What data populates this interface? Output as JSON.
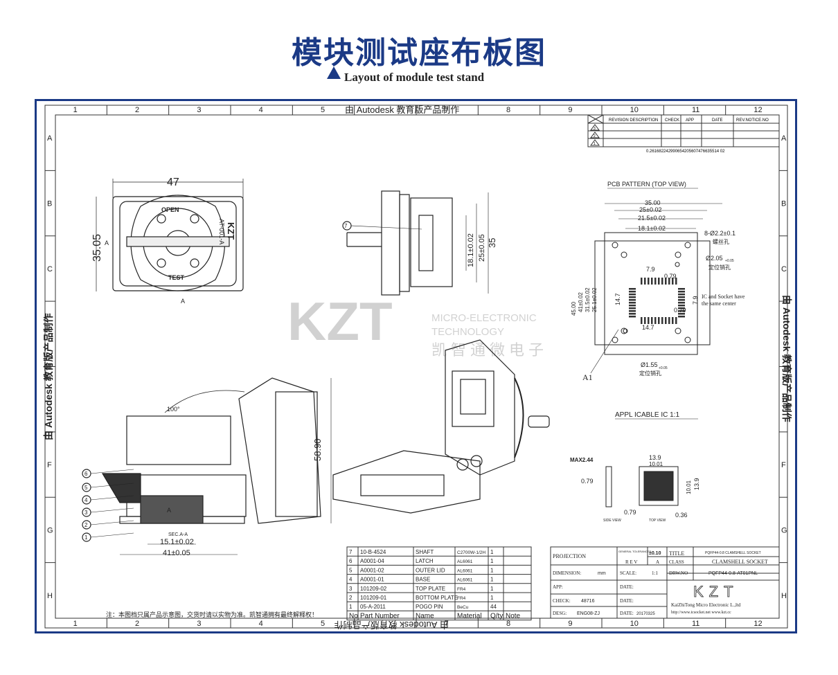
{
  "header": {
    "title_zh": "模块测试座布板图",
    "title_en": "Layout of module test stand"
  },
  "grid": {
    "cols": [
      "1",
      "2",
      "3",
      "4",
      "5",
      "6",
      "7",
      "8",
      "9",
      "10",
      "11",
      "12"
    ],
    "rows": [
      "A",
      "B",
      "C",
      "D",
      "E",
      "F",
      "G",
      "H"
    ]
  },
  "watermark": {
    "top": "由 Autodesk 教育版产品制作",
    "bottom": "由 Autodesk 教育版产品制作",
    "left": "由 Autodesk 教育版产品制作",
    "right": "由 Autodesk 教育版产品制作"
  },
  "revision": {
    "headers": [
      "REVISION DESCRIPTION",
      "CHECK",
      "APP",
      "DATE",
      "REV.NOTICE.NO"
    ],
    "rows": [
      "3",
      "2",
      "1"
    ],
    "serial": "0.261682242990654205607476635514 02"
  },
  "logo": {
    "letters": "KZT",
    "line1": "MICRO-ELECTRONIC",
    "line2": "TECHNOLOGY",
    "line3": "凯智通微电子"
  },
  "views": {
    "top": {
      "width": "47",
      "height": "35.05",
      "section": "A",
      "open": "OPEN",
      "test": "TEST",
      "brand": "KZT",
      "model": "AT-001-A"
    },
    "side": {
      "callout": "7",
      "dims": [
        "18.1±0.02",
        "25±0.05",
        "35"
      ]
    },
    "section": {
      "angle": "100°",
      "height": "58.90",
      "dim1": "15.1±0.02",
      "dim2": "41±0.05",
      "label": "SEC.A-A",
      "mark": "A",
      "callouts": [
        "6",
        "5",
        "4",
        "3",
        "2",
        "1"
      ]
    }
  },
  "pcb": {
    "title": "PCB PATTERN (TOP VIEW)",
    "dims_top": [
      "35.00",
      "25±0.02",
      "21.5±0.02",
      "18.1±0.02"
    ],
    "dims_left": [
      "45.00",
      "41±0.02",
      "31.5±0.02",
      "25.1±0.02"
    ],
    "note1": "8-Ø2.2±0.1",
    "note1_cn": "螺丝孔",
    "note2": "Ø2.05",
    "note2_tol": "+0.05",
    "note2_cn": "定位销孔",
    "note3": "Ø1.55",
    "note3_tol": "+0.05",
    "note3_cn": "定位销孔",
    "inner": [
      "7.9",
      "0.79",
      "14.7",
      "14.7",
      "7.9",
      "0.79"
    ],
    "center_note1": "IC and Socket have",
    "center_note2": "the same center",
    "a1": "A1"
  },
  "ic": {
    "title": "APPL ICABLE IC 1:1",
    "max": "MAX2.44",
    "d079a": "0.79",
    "d139": "13.9",
    "d1001": "10.01",
    "d1001v": "10.01",
    "d139v": "13.9",
    "d079b": "0.79",
    "d036": "0.36",
    "side": "SIDE VIEW",
    "topv": "TOP VIEW"
  },
  "bom": {
    "headers": [
      "No",
      "Part Number",
      "Name",
      "Material",
      "Q/ty",
      "Note"
    ],
    "rows": [
      [
        "7",
        "10-B-4524",
        "SHAFT",
        "C2700W-1/2H",
        "1",
        ""
      ],
      [
        "6",
        "A0001-04",
        "LATCH",
        "AL6061",
        "1",
        ""
      ],
      [
        "5",
        "A0001-02",
        "OUTER LID",
        "AL6061",
        "1",
        ""
      ],
      [
        "4",
        "A0001-01",
        "BASE",
        "AL6061",
        "1",
        ""
      ],
      [
        "3",
        "101209-02",
        "TOP PLATE",
        "FR4",
        "1",
        ""
      ],
      [
        "2",
        "101209-01",
        "BOTTOM PLATE",
        "FR4",
        "1",
        ""
      ],
      [
        "1",
        "05-A-2011",
        "POGO PIN",
        "BeCu",
        "44",
        ""
      ]
    ]
  },
  "note": "注：本图档只属产品示意图，交货时请以实物为准。凯智通拥有最终解释权！",
  "titleblock": {
    "projection": "PROJECTION",
    "gen_tol": "GENERAL TOLERANCES",
    "tol": "±0.10",
    "title_lbl": "TITLE",
    "title_val": "PQFP44-0.8 CLAMSHELL SOCKET",
    "rev_lbl": "R E V",
    "rev_val": "A",
    "class_lbl": "CLASS",
    "class_val": "CLAMSHELL SOCKET",
    "dim_lbl": "DIMENSION:",
    "dim_val": "mm",
    "scale_lbl": "SCALE:",
    "scale_val": "1:1",
    "drw_lbl": "DRW.NO",
    "drw_val": "PQFP44-0.8-AT01PNL",
    "app_lbl": "APP:",
    "date_lbl": "DATE:",
    "check_lbl": "CHECK:",
    "check_val": "48716",
    "date2_lbl": "DATE:",
    "desg_lbl": "DESG:",
    "desg_val": "ENG08-ZJ",
    "date3_lbl": "DATE:",
    "date3_val": "20170325",
    "company": "KaiZhiTong Micro Electronic L.,ltd",
    "web": "http://www.icsocket.net www.kzt.cc",
    "logo": "KZT"
  }
}
